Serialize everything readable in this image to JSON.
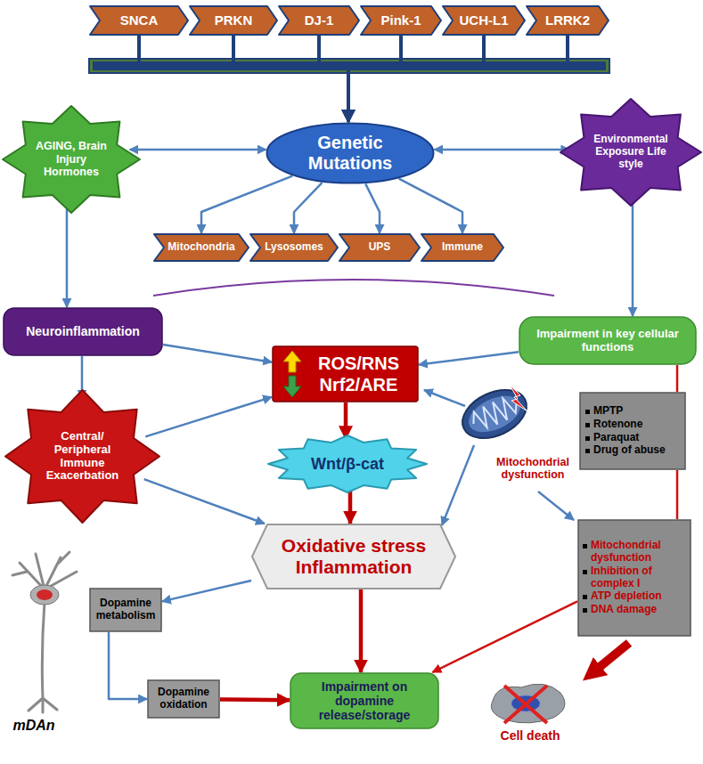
{
  "diagram": {
    "nodes": [
      {
        "text": [
          "SNCA"
        ]
      },
      {
        "text": [
          "PRKN"
        ]
      },
      {
        "text": [
          "DJ-1"
        ]
      },
      {
        "text": [
          "Pink-1"
        ]
      },
      {
        "text": [
          "UCH-L1"
        ]
      },
      {
        "text": [
          "LRRK2"
        ]
      },
      {
        "text": [
          "AGING, Brain Injury Hormones"
        ]
      },
      {
        "text": [
          "Genetic Mutations"
        ]
      },
      {
        "text": [
          "Environmental Exposure Life style"
        ]
      },
      {
        "text": [
          "Mitochondria"
        ]
      },
      {
        "text": [
          "Lysosomes"
        ]
      },
      {
        "text": [
          "UPS"
        ]
      },
      {
        "text": [
          "Immune"
        ]
      },
      {
        "text": [
          "Neuroinflammation"
        ]
      },
      {
        "text": [
          "Impairment in key cellular functions"
        ]
      },
      {
        "text": [
          "ROS/RNS",
          "Nrf2/ARE"
        ]
      },
      {
        "text": [
          "Central/ Peripheral Immune Exacerbation"
        ]
      },
      {
        "text": [
          "MPTP",
          "Rotenone",
          "Paraquat",
          "Drug of abuse"
        ]
      },
      {
        "text": [
          "Wnt/β-cat"
        ]
      },
      {
        "text": [
          "Oxidative stress Inflammation"
        ]
      },
      {
        "text": [
          "Dopamine metabolism"
        ]
      },
      {
        "text": [
          "Mitochondrial dysfunction",
          "Inhibition of complex I",
          "ATP depletion",
          "DNA damage"
        ]
      },
      {
        "text": [
          "Dopamine oxidation"
        ]
      },
      {
        "text": [
          "Impairment on dopamine release/storage"
        ]
      }
    ],
    "edges": [
      {
        "from": 0,
        "to": 7,
        "arrow": "to"
      },
      {
        "from": 1,
        "to": 7,
        "arrow": "to"
      },
      {
        "from": 2,
        "to": 7,
        "arrow": "to"
      },
      {
        "from": 3,
        "to": 7,
        "arrow": "to"
      },
      {
        "from": 4,
        "to": 7,
        "arrow": "to"
      },
      {
        "from": 5,
        "to": 7,
        "arrow": "to"
      },
      {
        "from": 6,
        "to": 7,
        "arrow": "both"
      },
      {
        "from": 7,
        "to": 8,
        "arrow": "both"
      },
      {
        "from": 7,
        "to": 9,
        "arrow": "to"
      },
      {
        "from": 7,
        "to": 10,
        "arrow": "to"
      },
      {
        "from": 7,
        "to": 11,
        "arrow": "to"
      },
      {
        "from": 7,
        "to": 12,
        "arrow": "to"
      },
      {
        "from": 6,
        "to": 13,
        "arrow": "to"
      },
      {
        "from": 8,
        "to": 14,
        "arrow": "to"
      },
      {
        "from": 13,
        "to": 15,
        "arrow": "to"
      },
      {
        "from": 14,
        "to": 15,
        "arrow": "to"
      },
      {
        "from": 13,
        "to": 16,
        "arrow": "to"
      },
      {
        "from": 16,
        "to": 15,
        "arrow": "to"
      },
      {
        "from": 16,
        "to": 19,
        "arrow": "to"
      },
      {
        "from": 15,
        "to": 18,
        "arrow": "to"
      },
      {
        "from": 18,
        "to": 19,
        "arrow": "to"
      },
      {
        "from": 19,
        "to": 20,
        "arrow": "to"
      },
      {
        "from": 19,
        "to": 23,
        "arrow": "to"
      },
      {
        "from": 20,
        "to": 22,
        "arrow": "to"
      },
      {
        "from": 22,
        "to": 23,
        "arrow": "to"
      },
      {
        "from": 14,
        "to": 17,
        "arrow": "none"
      },
      {
        "from": 17,
        "to": 21,
        "arrow": "none"
      },
      {
        "from": 21,
        "to": 23,
        "arrow": "to"
      }
    ],
    "labels": [
      "Mitochondrial dysfunction",
      "mDAn",
      "Cell death"
    ]
  }
}
